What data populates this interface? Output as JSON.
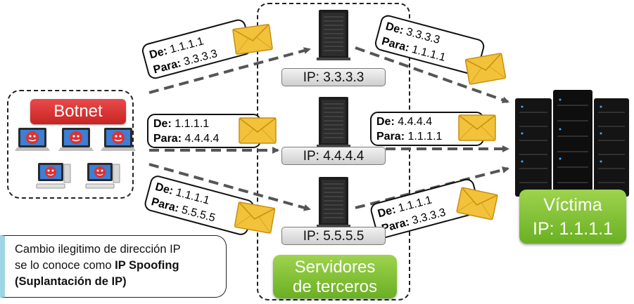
{
  "botnet": {
    "label": "Botnet"
  },
  "servers": [
    {
      "ip": "IP: 3.3.3.3"
    },
    {
      "ip": "IP: 4.4.4.4"
    },
    {
      "ip": "IP: 5.5.5.5"
    }
  ],
  "third_parties": {
    "line1": "Servidores",
    "line2": "de terceros"
  },
  "victim": {
    "line1": "Víctima",
    "line2": "IP: 1.1.1.1"
  },
  "messages": {
    "de_label": "De:",
    "para_label": "Para:",
    "left_top": {
      "de": "1.1.1.1",
      "para": "3.3.3.3"
    },
    "left_mid": {
      "de": "1.1.1.1",
      "para": "4.4.4.4"
    },
    "left_bot": {
      "de": "1.1.1.1",
      "para": "5.5.5.5"
    },
    "right_top": {
      "de": "3.3.3.3",
      "para": "1.1.1.1"
    },
    "right_mid": {
      "de": "4.4.4.4",
      "para": "1.1.1.1"
    },
    "right_bot": {
      "de": "1.1.1.1",
      "para": "3.3.3.3"
    }
  },
  "note": {
    "text1": "Cambio ilegitimo de dirección IP",
    "text2": "se lo conoce como ",
    "bold1": "IP Spoofing",
    "bold2": "(Suplantación de IP)"
  },
  "colors": {
    "botnet": "#d63333",
    "green": "#7dbf2f",
    "arrow": "#555555",
    "envelope": "#f2c23a"
  },
  "icons": [
    "laptop-infected-icon",
    "desktop-infected-icon",
    "server-tower-icon",
    "server-rack-icon",
    "envelope-icon"
  ]
}
